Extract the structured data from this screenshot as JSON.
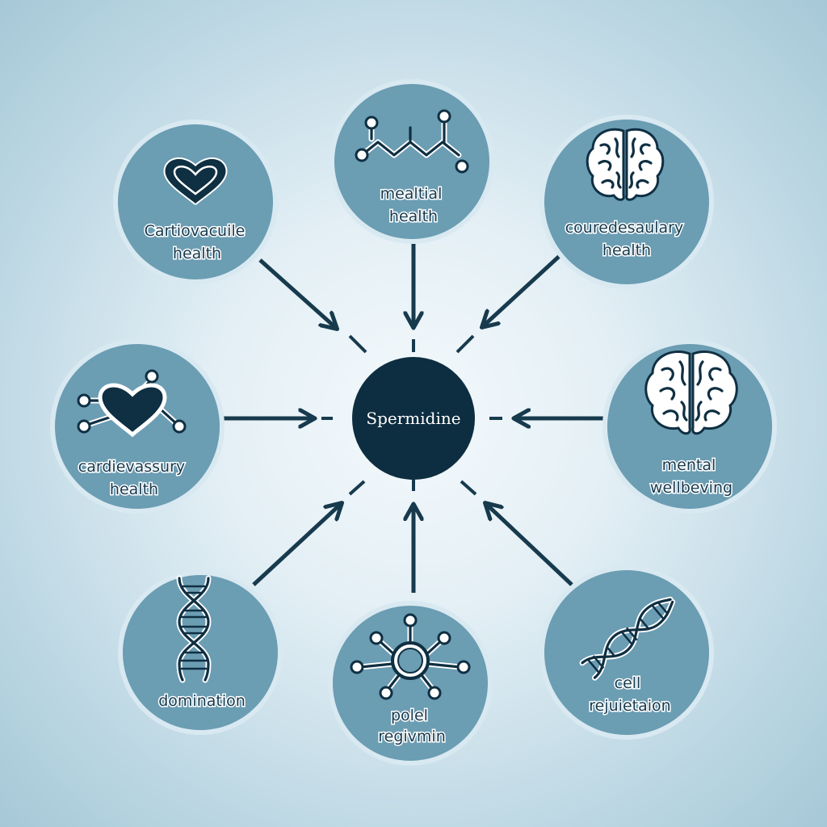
{
  "center": {
    "label": "Spermidine"
  },
  "nodes": [
    {
      "id": "top-left",
      "icon": "heart-icon",
      "lines": [
        "Cartiovacuile",
        "health"
      ]
    },
    {
      "id": "top",
      "icon": "molecule-chain-icon",
      "lines": [
        "mealtial",
        "health"
      ]
    },
    {
      "id": "top-right",
      "icon": "brain-icon",
      "lines": [
        "couredesaulary",
        "health"
      ]
    },
    {
      "id": "left",
      "icon": "heart-molecule-icon",
      "lines": [
        "cardievassury",
        "health"
      ]
    },
    {
      "id": "right",
      "icon": "brain-icon",
      "lines": [
        "mental",
        "wellbeving"
      ]
    },
    {
      "id": "bottom-left",
      "icon": "dna-icon",
      "lines": [
        "domination"
      ]
    },
    {
      "id": "bottom",
      "icon": "molecule-hub-icon",
      "lines": [
        "polel",
        "regivmin"
      ]
    },
    {
      "id": "bottom-right",
      "icon": "dna-icon",
      "lines": [
        "cell",
        "rejuietaion"
      ]
    }
  ],
  "colors": {
    "node_fill": "#6b9db3",
    "node_ring": "#d9e9f1",
    "center_fill": "#0d2d40",
    "arrow": "#173a4d",
    "icon_dark": "#0f2f42"
  }
}
